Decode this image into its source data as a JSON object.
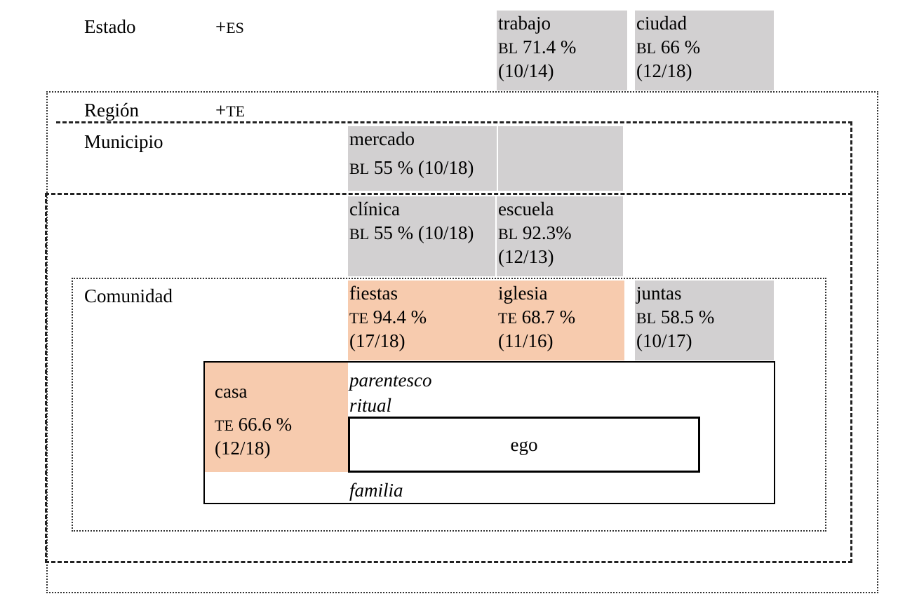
{
  "levels": {
    "estado": "Estado",
    "region": "Región",
    "municipio": "Municipio",
    "comunidad": "Comunidad"
  },
  "markers": {
    "estado_prefix": "+",
    "estado_code": "ES",
    "region_prefix": "+",
    "region_code": "TE"
  },
  "domains": {
    "trabajo": {
      "name": "trabajo",
      "lang": "BL",
      "pct": "71.4 %",
      "ratio": "(10/14)"
    },
    "ciudad": {
      "name": "ciudad",
      "lang": "BL",
      "pct": "66 %",
      "ratio": "(12/18)"
    },
    "mercado": {
      "name": "mercado",
      "lang": "BL",
      "pct": "55 % (10/18)"
    },
    "clinica": {
      "name": "clínica",
      "lang": "BL",
      "pct": "55 % (10/18)"
    },
    "escuela": {
      "name": "escuela",
      "lang": "BL",
      "pct": "92.3%",
      "ratio": "(12/13)"
    },
    "fiestas": {
      "name": "fiestas",
      "lang": "TE",
      "pct": "94.4 %",
      "ratio": "(17/18)"
    },
    "iglesia": {
      "name": "iglesia",
      "lang": "TE",
      "pct": "68.7 %",
      "ratio": "(11/16)"
    },
    "juntas": {
      "name": "juntas",
      "lang": "BL",
      "pct": "58.5 %",
      "ratio": "(10/17)"
    },
    "casa": {
      "name": "casa",
      "lang": "TE",
      "pct": "66.6 %",
      "ratio": "(12/18)"
    }
  },
  "inner": {
    "parentesco": "parentesco",
    "ritual": "ritual",
    "ego": "ego",
    "familia": "familia"
  },
  "colors": {
    "gray": "#d2d0d1",
    "peach": "#f7cbae"
  }
}
